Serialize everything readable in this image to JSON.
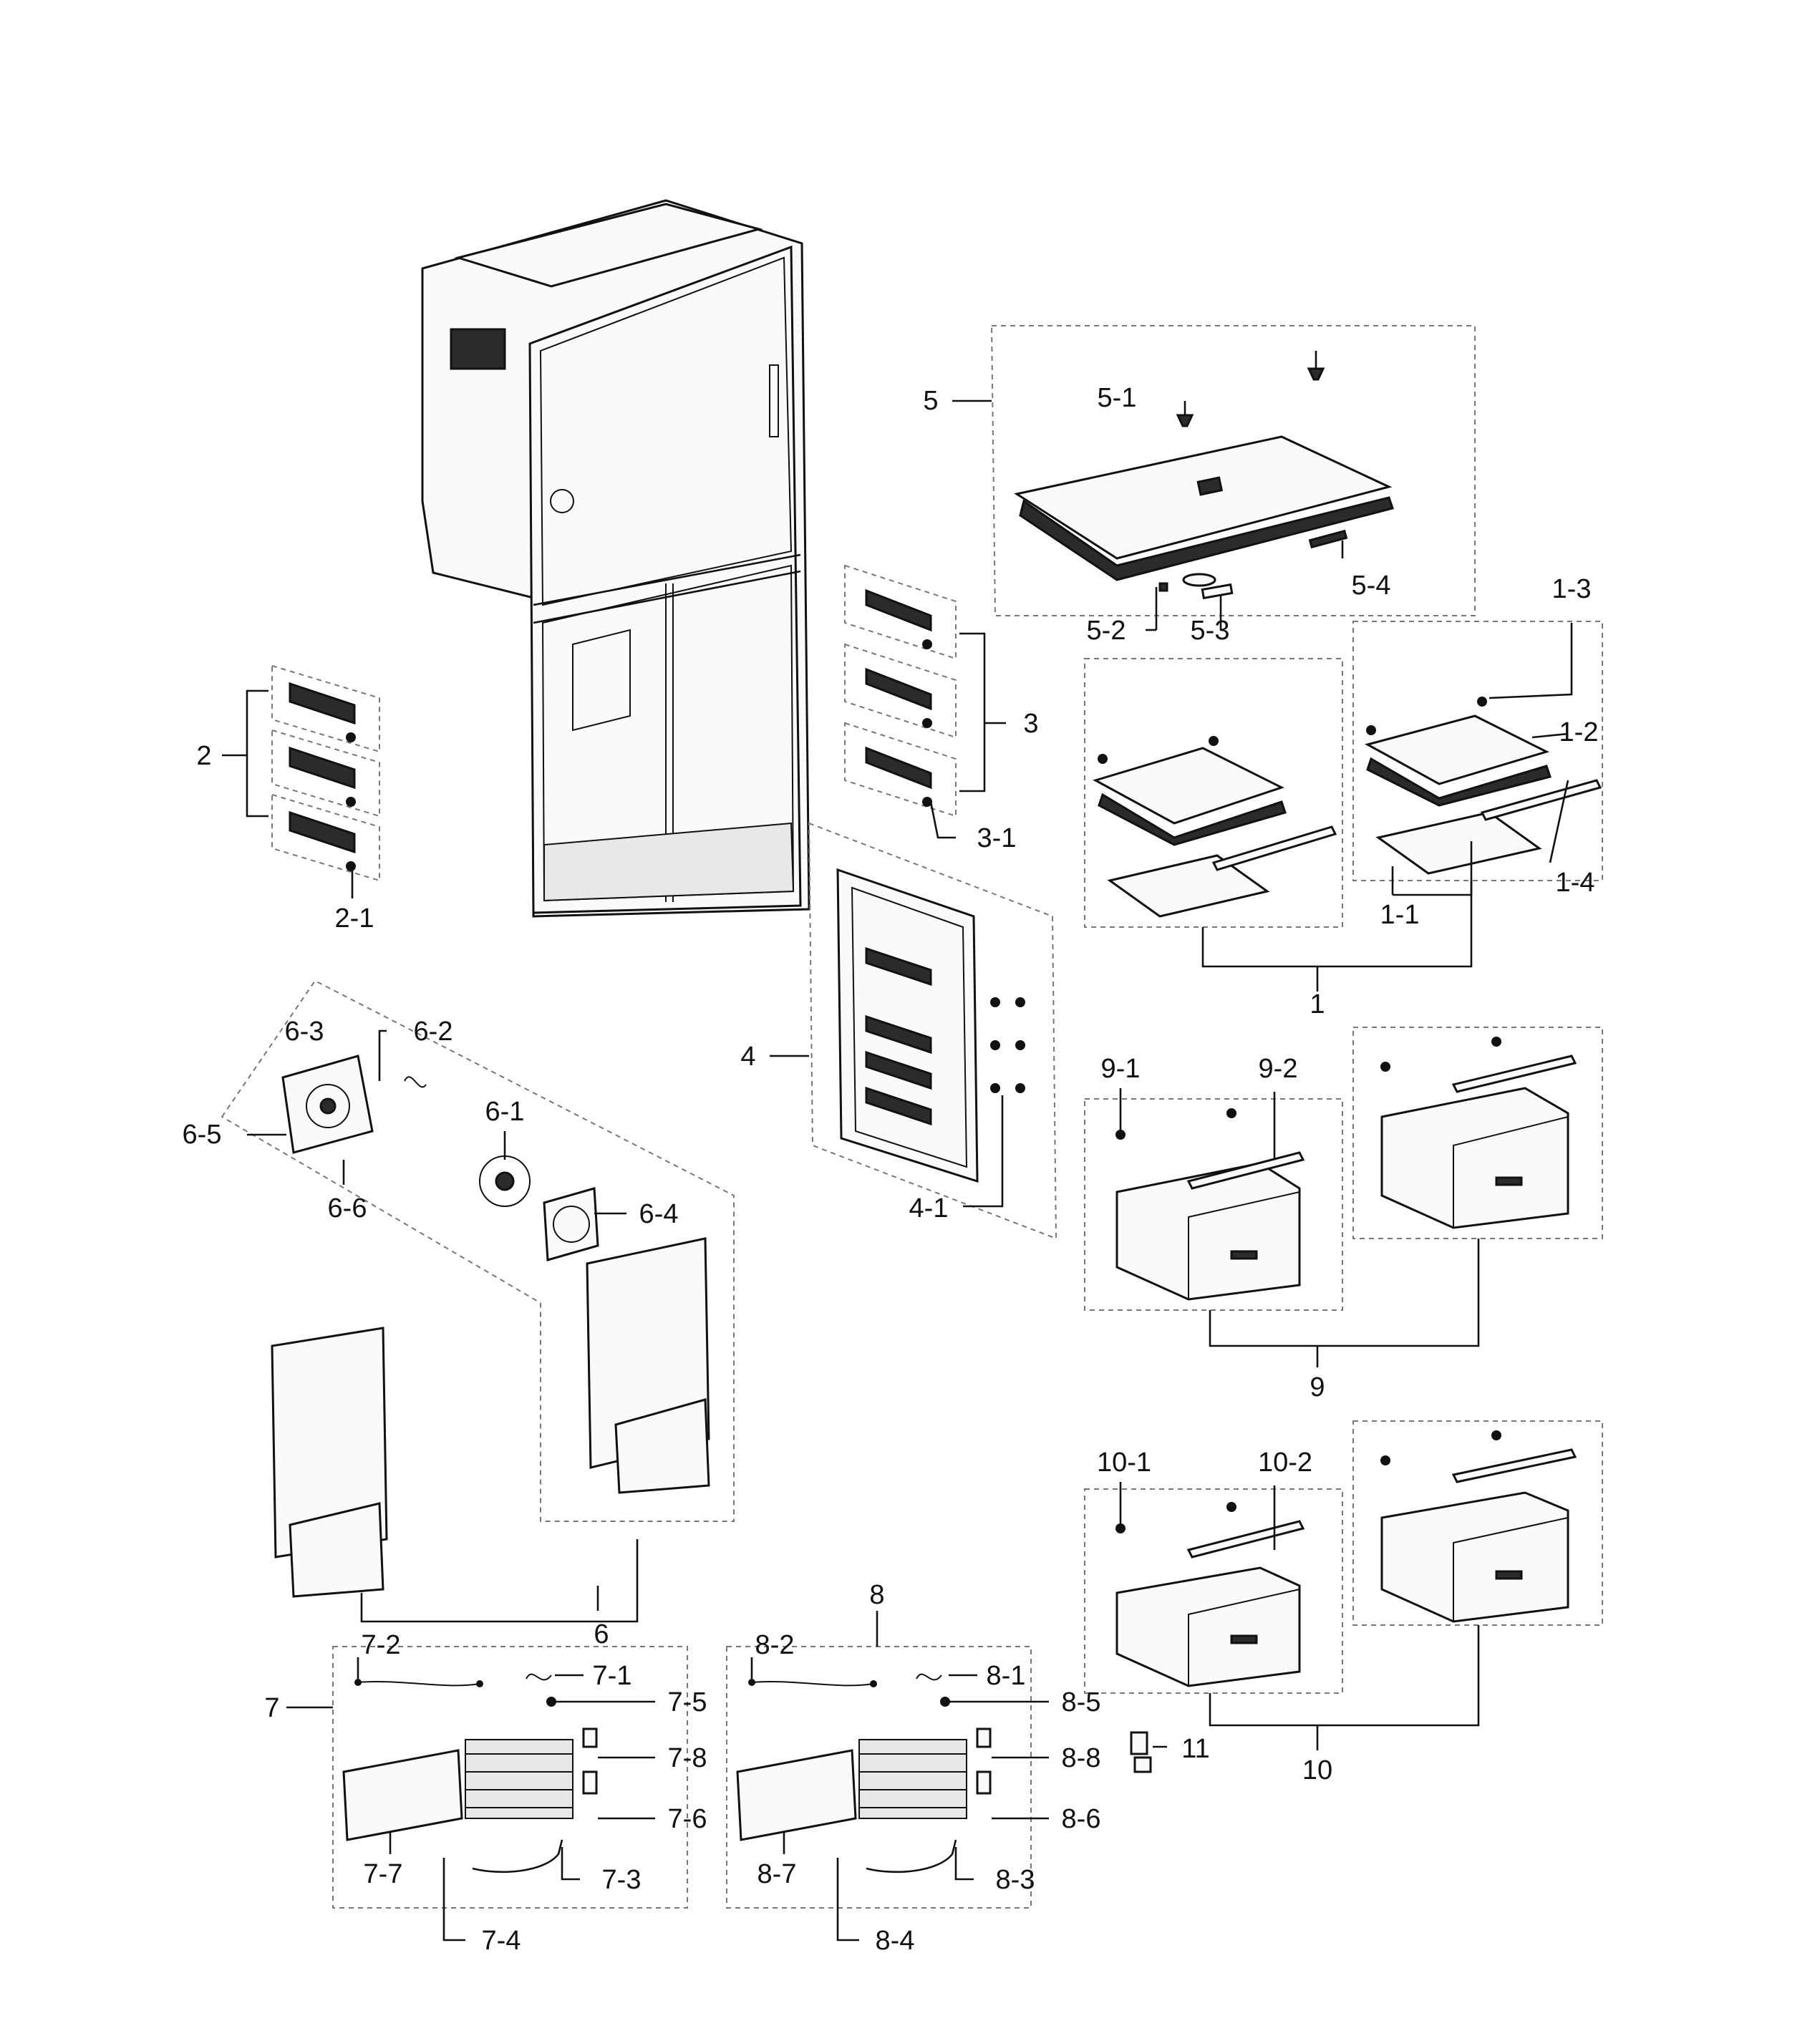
{
  "labels": {
    "l1": "1",
    "l1_1": "1-1",
    "l1_2": "1-2",
    "l1_3": "1-3",
    "l1_4": "1-4",
    "l2": "2",
    "l2_1": "2-1",
    "l3": "3",
    "l3_1": "3-1",
    "l4": "4",
    "l4_1": "4-1",
    "l5": "5",
    "l5_1": "5-1",
    "l5_2": "5-2",
    "l5_3": "5-3",
    "l5_4": "5-4",
    "l6": "6",
    "l6_1": "6-1",
    "l6_2": "6-2",
    "l6_3": "6-3",
    "l6_4": "6-4",
    "l6_5": "6-5",
    "l6_6": "6-6",
    "l7": "7",
    "l7_1": "7-1",
    "l7_2": "7-2",
    "l7_3": "7-3",
    "l7_4": "7-4",
    "l7_5": "7-5",
    "l7_6": "7-6",
    "l7_7": "7-7",
    "l7_8": "7-8",
    "l8": "8",
    "l8_1": "8-1",
    "l8_2": "8-2",
    "l8_3": "8-3",
    "l8_4": "8-4",
    "l8_5": "8-5",
    "l8_6": "8-6",
    "l8_7": "8-7",
    "l8_8": "8-8",
    "l9": "9",
    "l9_1": "9-1",
    "l9_2": "9-2",
    "l10": "10",
    "l10_1": "10-1",
    "l10_2": "10-2",
    "l11": "11"
  }
}
